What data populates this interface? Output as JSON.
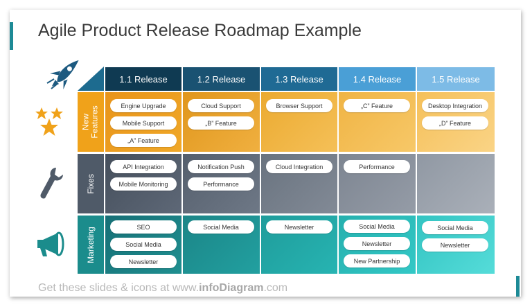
{
  "title": "Agile Product Release Roadmap Example",
  "footer": {
    "prefix": "Get these slides & icons at www.",
    "brand": "infoDiagram",
    "suffix": ".com"
  },
  "columns": [
    "1.1 Release",
    "1.2 Release",
    "1.3 Release",
    "1.4 Release",
    "1.5 Release"
  ],
  "rows": [
    "New Features",
    "Fixes",
    "Marketing"
  ],
  "cells": {
    "new_features": [
      [
        "Engine Upgrade",
        "Mobile Support",
        "„A” Feature"
      ],
      [
        "Cloud Support",
        "„B” Feature"
      ],
      [
        "Browser Support"
      ],
      [
        "„C” Feature"
      ],
      [
        "Desktop Integration",
        "„D” Feature"
      ]
    ],
    "fixes": [
      [
        "API Integration",
        "Mobile Monitoring"
      ],
      [
        "Notification Push",
        "Performance"
      ],
      [
        "Cloud Integration"
      ],
      [
        "Performance"
      ],
      []
    ],
    "marketing": [
      [
        "SEO",
        "Social Media",
        "Newsletter"
      ],
      [
        "Social Media"
      ],
      [
        "Newsletter"
      ],
      [
        "Social Media",
        "Newsletter",
        "New Partnership"
      ],
      [
        "Social Media",
        "Newsletter"
      ]
    ]
  },
  "icons": {
    "rocket": "rocket-icon",
    "stars": "stars-icon",
    "wrench": "wrench-icon",
    "megaphone": "megaphone-icon"
  },
  "colors": {
    "header": [
      "#0f3a52",
      "#1a5272",
      "#1f6a94",
      "#4a9fd6",
      "#7dbbe6"
    ],
    "features": [
      "#f0a21a",
      "#e7a326",
      "#f2b74a",
      "#f5bf59",
      "#f8cb73"
    ],
    "fixes": [
      "#4f5a68",
      "#5f6a78",
      "#737d8a",
      "#878f9b",
      "#9ba2ac"
    ],
    "marketing": [
      "#1b8c8c",
      "#1f9c9b",
      "#24acaa",
      "#2dc0bd",
      "#3fd2d0"
    ],
    "icon": "#1d5a80",
    "star": "#f0a21a"
  }
}
